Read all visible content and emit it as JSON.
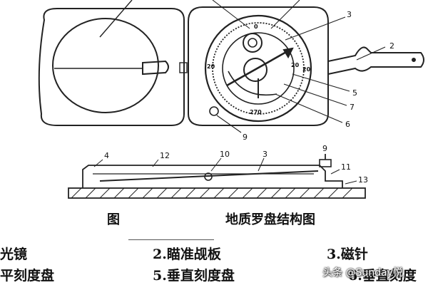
{
  "callouts": [
    "2",
    "3",
    "5",
    "7",
    "6",
    "9",
    "9",
    "4",
    "12",
    "10",
    "3",
    "11",
    "13"
  ],
  "dial_labels": [
    "0",
    "20",
    "20",
    "270",
    "20"
  ],
  "caption_left": "图",
  "caption_main": "地质罗盘结构图",
  "legend": [
    "光镜",
    "2.瞄准觇板",
    "3.磁针",
    "平刻度盘",
    "5.垂直刻度盘",
    "6.垂直刻度"
  ],
  "watermark": "头条 @Sunday悦"
}
